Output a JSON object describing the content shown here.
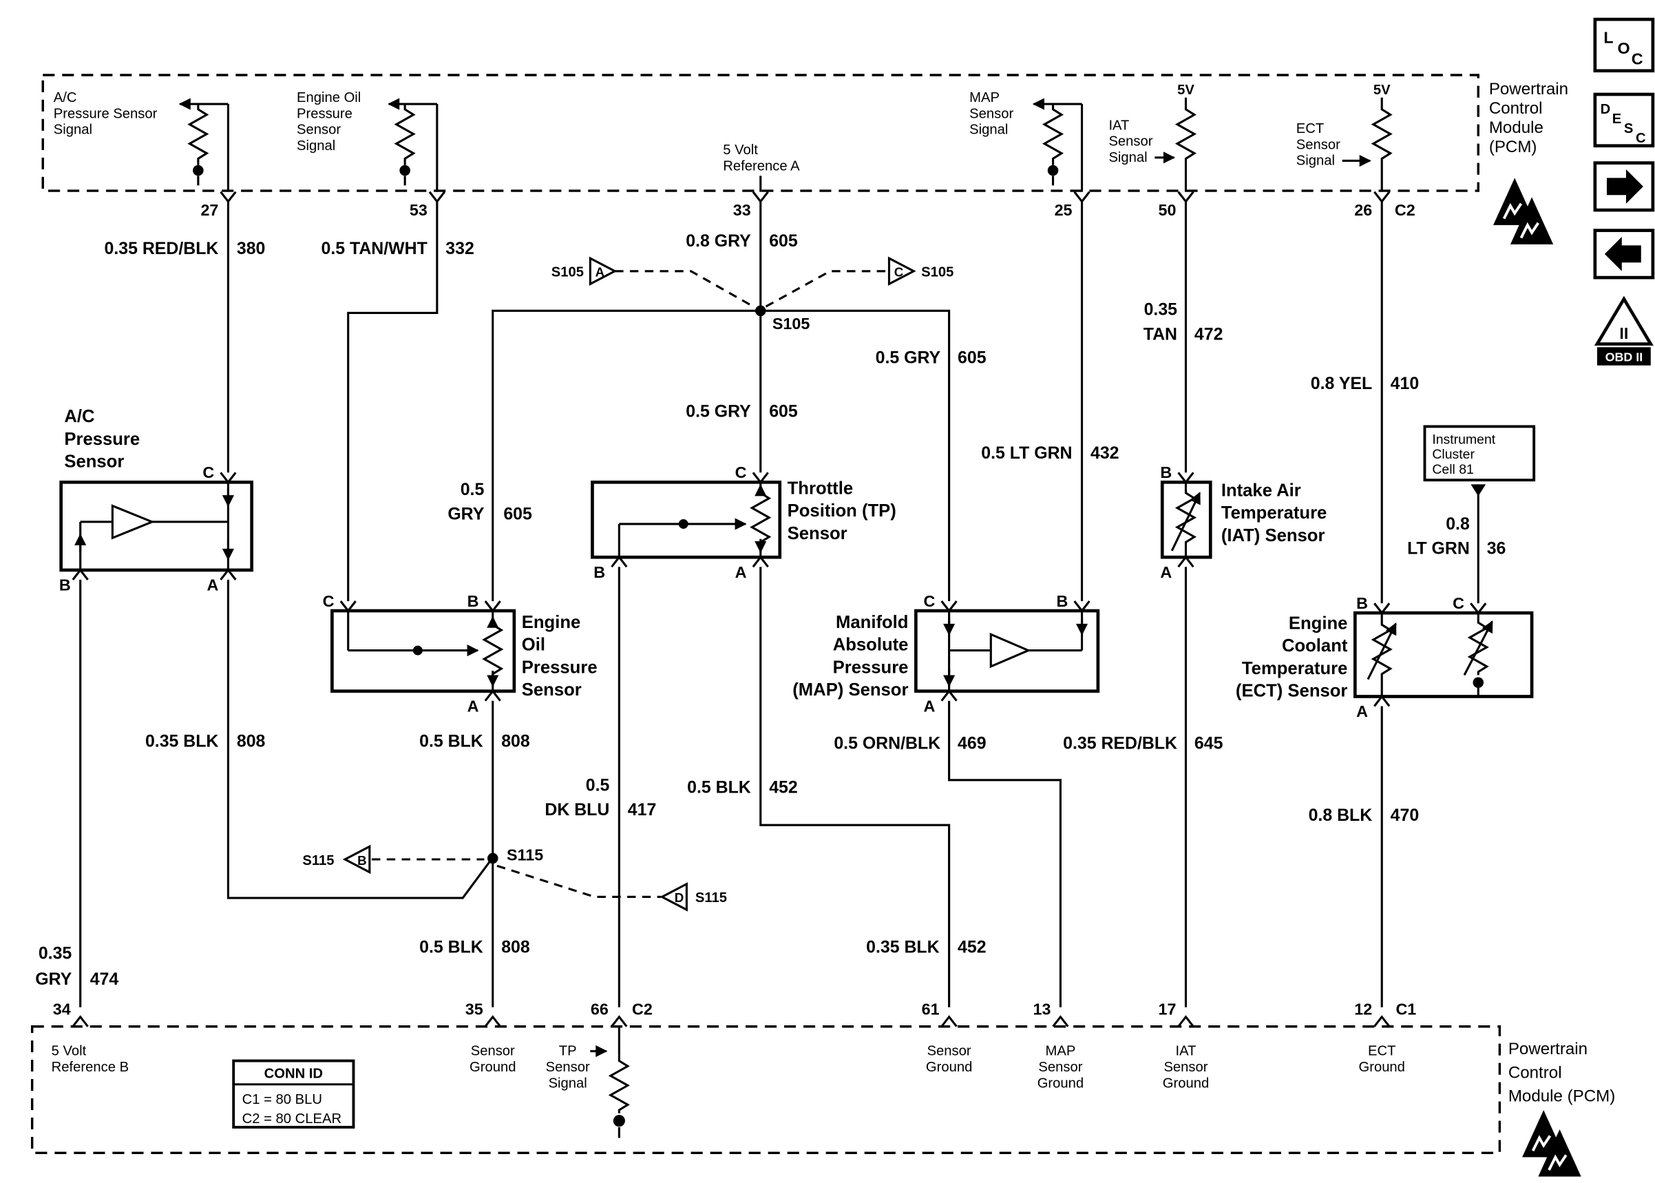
{
  "colors": {
    "ink": "#000000",
    "paper": "#ffffff"
  },
  "pcm_top": {
    "title_lines": [
      "Powertrain",
      "Control",
      "Module",
      "(PCM)"
    ],
    "ac_signal": [
      "A/C",
      "Pressure Sensor",
      "Signal"
    ],
    "oil_signal": [
      "Engine Oil",
      "Pressure",
      "Sensor",
      "Signal"
    ],
    "ref_a": [
      "5 Volt",
      "Reference A"
    ],
    "map_signal": [
      "MAP",
      "Sensor",
      "Signal"
    ],
    "iat_signal": [
      "IAT",
      "Sensor",
      "Signal"
    ],
    "ect_signal": [
      "ECT",
      "Sensor",
      "Signal"
    ],
    "v5_iat": "5V",
    "v5_ect": "5V",
    "pins": {
      "ac": "27",
      "oil": "53",
      "ref_a": "33",
      "map": "25",
      "iat": "50",
      "ect": "26",
      "conn": "C2"
    }
  },
  "pcm_bottom": {
    "title_lines": [
      "Powertrain",
      "Control",
      "Module (PCM)"
    ],
    "ref_b": [
      "5 Volt",
      "Reference B"
    ],
    "conn_id": {
      "header": "CONN ID",
      "rows": [
        "C1 = 80 BLU",
        "C2 = 80 CLEAR"
      ]
    },
    "sensor_ground_1": [
      "Sensor",
      "Ground"
    ],
    "tp_signal": [
      "TP",
      "Sensor",
      "Signal"
    ],
    "sensor_ground_2": [
      "Sensor",
      "Ground"
    ],
    "map_ground": [
      "MAP",
      "Sensor",
      "Ground"
    ],
    "iat_ground": [
      "IAT",
      "Sensor",
      "Ground"
    ],
    "ect_ground": [
      "ECT",
      "Ground"
    ],
    "pins": {
      "ref_b": "34",
      "sg1": "35",
      "tp": "66",
      "tp_conn": "C2",
      "sg2": "61",
      "map": "13",
      "iat": "17",
      "ect": "12",
      "ect_conn": "C1"
    }
  },
  "sensors": {
    "ac": {
      "label": [
        "A/C",
        "Pressure",
        "Sensor"
      ],
      "pins": {
        "c": "C",
        "b": "B",
        "a": "A"
      }
    },
    "oil": {
      "label": [
        "Engine",
        "Oil",
        "Pressure",
        "Sensor"
      ],
      "pins": {
        "c": "C",
        "b": "B",
        "a": "A"
      }
    },
    "tp": {
      "label": [
        "Throttle",
        "Position (TP)",
        "Sensor"
      ],
      "pins": {
        "c": "C",
        "b": "B",
        "a": "A"
      }
    },
    "map": {
      "label": [
        "Manifold",
        "Absolute",
        "Pressure",
        "(MAP) Sensor"
      ],
      "pins": {
        "c": "C",
        "b": "B",
        "a": "A"
      }
    },
    "iat": {
      "label": [
        "Intake Air",
        "Temperature",
        "(IAT) Sensor"
      ],
      "pins": {
        "b": "B",
        "a": "A"
      }
    },
    "ect": {
      "label": [
        "Engine",
        "Coolant",
        "Temperature",
        "(ECT) Sensor"
      ],
      "pins": {
        "b": "B",
        "c": "C",
        "a": "A"
      }
    },
    "cluster": {
      "label": [
        "Instrument",
        "Cluster",
        "Cell 81"
      ]
    }
  },
  "wires": {
    "ac_signal": {
      "label": "0.35 RED/BLK",
      "circuit": "380"
    },
    "oil_signal": {
      "label": "0.5 TAN/WHT",
      "circuit": "332"
    },
    "ref_a": {
      "label": "0.8 GRY",
      "circuit": "605"
    },
    "s105_tp": {
      "label": "0.5 GRY",
      "circuit": "605"
    },
    "s105_oil": {
      "label1": "0.5",
      "label2": "GRY",
      "circuit": "605"
    },
    "s105_map": {
      "label": "0.5 GRY",
      "circuit": "605"
    },
    "map_signal": {
      "label": "0.5 LT GRN",
      "circuit": "432"
    },
    "iat_signal": {
      "label1": "0.35",
      "label2": "TAN",
      "circuit": "472"
    },
    "ect_signal": {
      "label": "0.8 YEL",
      "circuit": "410"
    },
    "cluster": {
      "label1": "0.8",
      "label2": "LT GRN",
      "circuit": "36"
    },
    "ref_b": {
      "label1": "0.35",
      "label2": "GRY",
      "circuit": "474"
    },
    "ac_ground": {
      "label": "0.35 BLK",
      "circuit": "808"
    },
    "oil_ground": {
      "label": "0.5 BLK",
      "circuit": "808"
    },
    "s115_out": {
      "label": "0.5 BLK",
      "circuit": "808"
    },
    "tp_signal": {
      "label1": "0.5",
      "label2": "DK BLU",
      "circuit": "417"
    },
    "tp_ground": {
      "label": "0.5 BLK",
      "circuit": "452"
    },
    "tp_ground_lower": {
      "label": "0.35 BLK",
      "circuit": "452"
    },
    "map_ground": {
      "label": "0.5 ORN/BLK",
      "circuit": "469"
    },
    "iat_ground": {
      "label": "0.35 RED/BLK",
      "circuit": "645"
    },
    "ect_ground": {
      "label": "0.8 BLK",
      "circuit": "470"
    }
  },
  "splices": {
    "s105_label": "S105",
    "s115_label": "S115",
    "refs": {
      "s105_a": {
        "id": "S105",
        "letter": "A"
      },
      "s105_c": {
        "id": "S105",
        "letter": "C"
      },
      "s115_b": {
        "id": "S115",
        "letter": "B"
      },
      "s115_d": {
        "id": "S115",
        "letter": "D"
      }
    }
  },
  "toolbar": {
    "loc": [
      "L",
      "O",
      "C"
    ],
    "desc": [
      "D",
      "E",
      "S",
      "C"
    ],
    "obd": {
      "triangle_label": "II",
      "caption": "OBD II"
    }
  }
}
